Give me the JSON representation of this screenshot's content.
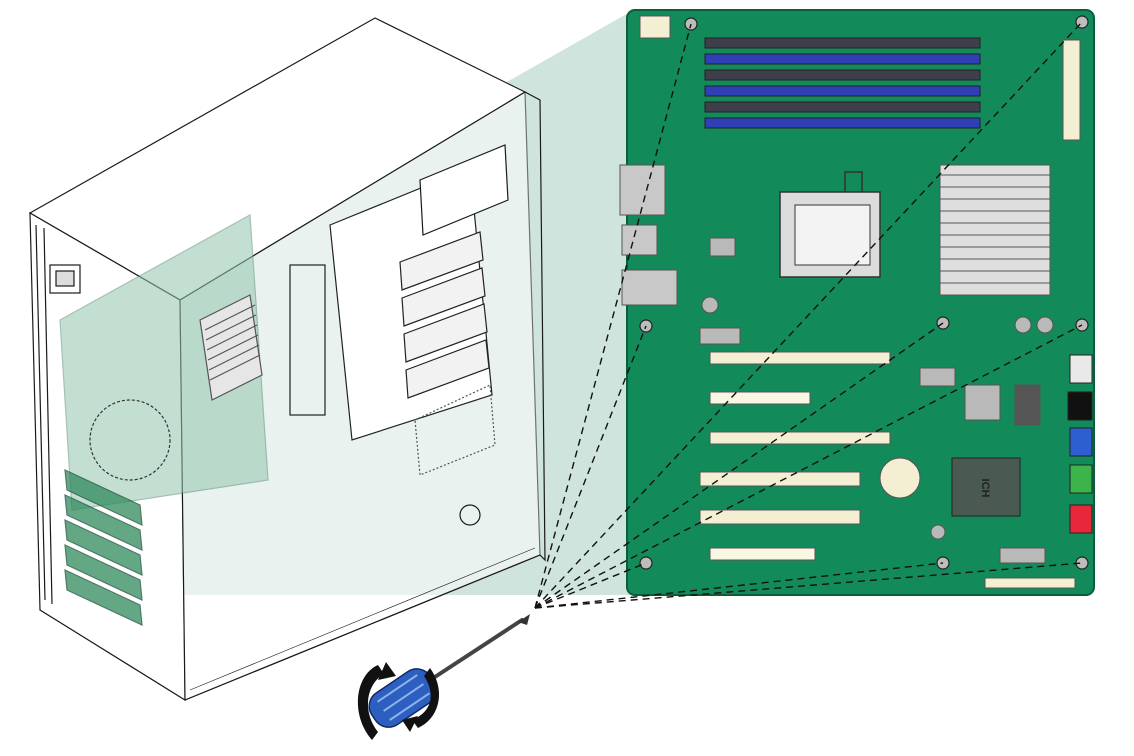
{
  "diagram": {
    "chip_marking": "ICH",
    "colors": {
      "board": "#138a5a",
      "board_edge": "#0b5e3c",
      "dimm_dark": "#3e3f4a",
      "dimm_blue": "#2e3fb8",
      "pci_slot": "#f4efd2",
      "chassis_stroke": "#1a1a1a",
      "highlight": "#c7dfd6",
      "screwdriver_blue": "#2d5fc0"
    },
    "icons": [
      "chassis-illustration",
      "motherboard-illustration",
      "screwdriver-icon",
      "rotation-arrow-icon",
      "screw-icon"
    ],
    "screw_count": 8
  }
}
